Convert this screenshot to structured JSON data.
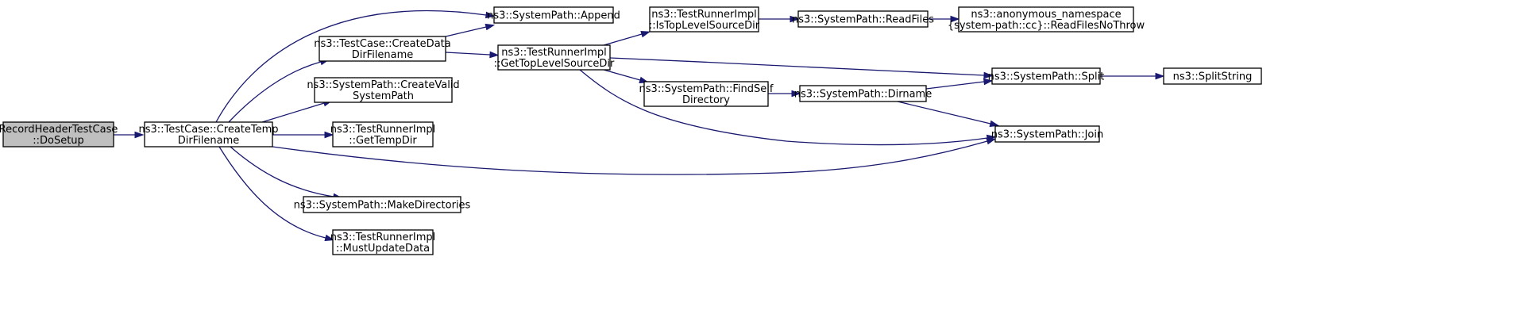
{
  "colors": {
    "node_fill": "#ffffff",
    "root_fill": "#bfbfbf",
    "node_border": "#000000",
    "edge": "#191970"
  },
  "nodes": [
    {
      "id": "root",
      "lines": [
        "RecordHeaderTestCase",
        "::DoSetup"
      ],
      "root": true
    },
    {
      "id": "tempdir",
      "lines": [
        "ns3::TestCase::CreateTemp",
        "DirFilename"
      ]
    },
    {
      "id": "datadir",
      "lines": [
        "ns3::TestCase::CreateData",
        "DirFilename"
      ]
    },
    {
      "id": "append",
      "lines": [
        "ns3::SystemPath::Append"
      ]
    },
    {
      "id": "validpath",
      "lines": [
        "ns3::SystemPath::CreateValid",
        "SystemPath"
      ]
    },
    {
      "id": "gettempdir",
      "lines": [
        "ns3::TestRunnerImpl",
        "::GetTempDir"
      ]
    },
    {
      "id": "makedirs",
      "lines": [
        "ns3::SystemPath::MakeDirectories"
      ]
    },
    {
      "id": "mustupdate",
      "lines": [
        "ns3::TestRunnerImpl",
        "::MustUpdateData"
      ]
    },
    {
      "id": "gettoplevel",
      "lines": [
        "ns3::TestRunnerImpl",
        "::GetTopLevelSourceDir"
      ]
    },
    {
      "id": "istoplevel",
      "lines": [
        "ns3::TestRunnerImpl",
        "::IsTopLevelSourceDir"
      ]
    },
    {
      "id": "findself",
      "lines": [
        "ns3::SystemPath::FindSelf",
        "Directory"
      ]
    },
    {
      "id": "readfiles",
      "lines": [
        "ns3::SystemPath::ReadFiles"
      ]
    },
    {
      "id": "dirname",
      "lines": [
        "ns3::SystemPath::Dirname"
      ]
    },
    {
      "id": "readnothrow",
      "lines": [
        "ns3::anonymous_namespace",
        "{system-path::cc}::ReadFilesNoThrow"
      ]
    },
    {
      "id": "split",
      "lines": [
        "ns3::SystemPath::Split"
      ]
    },
    {
      "id": "join",
      "lines": [
        "ns3::SystemPath::Join"
      ]
    },
    {
      "id": "splitstring",
      "lines": [
        "ns3::SplitString"
      ]
    }
  ],
  "edges": [
    {
      "from": "root",
      "to": "tempdir"
    },
    {
      "from": "tempdir",
      "to": "append"
    },
    {
      "from": "tempdir",
      "to": "datadir"
    },
    {
      "from": "tempdir",
      "to": "validpath"
    },
    {
      "from": "tempdir",
      "to": "gettempdir"
    },
    {
      "from": "tempdir",
      "to": "join"
    },
    {
      "from": "tempdir",
      "to": "makedirs"
    },
    {
      "from": "tempdir",
      "to": "mustupdate"
    },
    {
      "from": "datadir",
      "to": "append"
    },
    {
      "from": "datadir",
      "to": "gettoplevel"
    },
    {
      "from": "gettoplevel",
      "to": "istoplevel"
    },
    {
      "from": "gettoplevel",
      "to": "split"
    },
    {
      "from": "gettoplevel",
      "to": "findself"
    },
    {
      "from": "gettoplevel",
      "to": "join"
    },
    {
      "from": "istoplevel",
      "to": "readfiles"
    },
    {
      "from": "readfiles",
      "to": "readnothrow"
    },
    {
      "from": "findself",
      "to": "dirname"
    },
    {
      "from": "dirname",
      "to": "split"
    },
    {
      "from": "dirname",
      "to": "join"
    },
    {
      "from": "split",
      "to": "splitstring"
    }
  ]
}
